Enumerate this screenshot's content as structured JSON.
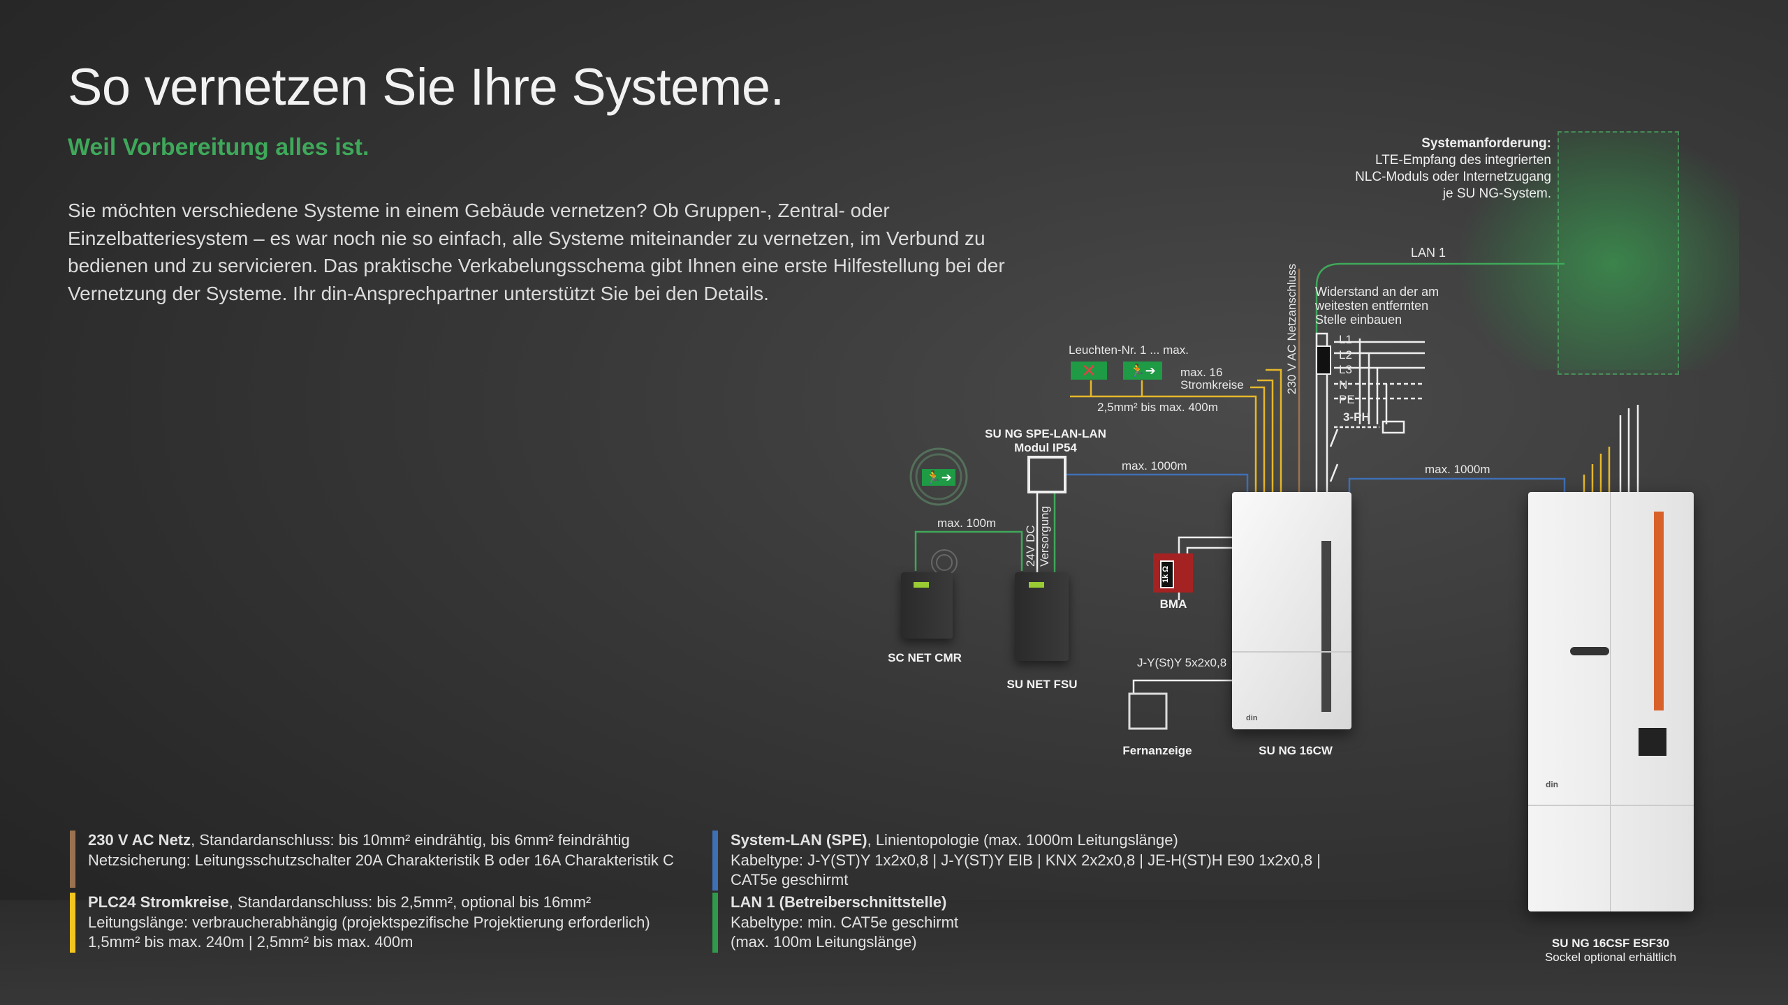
{
  "header": {
    "title": "So vernetzen Sie Ihre Systeme.",
    "subtitle": "Weil Vorbereitung alles ist.",
    "intro": "Sie möchten verschiedene Systeme in einem Gebäude vernetzen? Ob Gruppen-, Zentral- oder Einzelbatteriesys­tem – es war noch nie so einfach, alle Systeme miteinander zu vernetzen, im Verbund zu bedienen und zu servi­cieren. Das praktische Verkabelungsschema gibt Ihnen eine erste Hilfestellung bei der Vernetzung der Systeme. Ihr din-Ansprechpartner unterstützt Sie bei den Details."
  },
  "requirement": {
    "title": "Systemanforderung:",
    "lines": [
      "LTE-Empfang des integrierten",
      "NLC-Moduls oder Internetzugang",
      "je SU NG-System."
    ]
  },
  "diagram": {
    "lan1": "LAN 1",
    "netz": "230 V AC Netzanschluss",
    "resistor_note": [
      "Widerstand an der am",
      "weitesten entfernten",
      "Stelle einbauen"
    ],
    "phases": [
      "L1",
      "L2",
      "L3",
      "N",
      "PE"
    ],
    "three_ph": "3-PH",
    "resistor": "1k Ω",
    "leuchten": "Leuchten-Nr. 1 ... max.",
    "stromkreise": [
      "max. 16",
      "Stromkreise"
    ],
    "cable_plc": "2,5mm² bis max. 400m",
    "spe_module": [
      "SU NG SPE-LAN-LAN",
      "Modul IP54"
    ],
    "max1000_left": "max. 1000m",
    "max1000_right": "max. 1000m",
    "max100": "max. 100m",
    "dc": [
      "24V DC",
      "Versorgung"
    ],
    "bma": "BMA",
    "cable_fern": "J-Y(St)Y 5x2x0,8",
    "devices": {
      "cmr": "SC NET CMR",
      "fsu": "SU NET FSU",
      "fern": "Fernanzeige",
      "cw": "SU NG 16CW",
      "csf": "SU NG 16CSF ESF30",
      "csf_note": "Sockel optional erhältlich"
    },
    "brand": "din"
  },
  "legend": [
    {
      "color": "#9a7250",
      "title": "230 V AC Netz",
      "rest": ", Standardanschluss: bis 10mm² eindrähtig, bis 6mm² feindrähtig",
      "lines": [
        "Netzsicherung: Leitungsschutzschalter 20A Charakteristik B oder 16A Charakteristik C"
      ]
    },
    {
      "color": "#f2c61f",
      "title": "PLC24 Stromkreise",
      "rest": ", Standardanschluss: bis 2,5mm²,  optional bis 16mm²",
      "lines": [
        "Leitungslänge: verbraucherabhängig (projektspezifische Projektierung erforderlich)",
        "1,5mm² bis max. 240m | 2,5mm² bis max. 400m"
      ]
    },
    {
      "color": "#3f6fb5",
      "title": "System-LAN (SPE)",
      "rest": ", Linientopologie (max. 1000m Leitungslänge)",
      "lines": [
        "Kabeltype: J-Y(ST)Y 1x2x0,8 | J-Y(ST)Y EIB | KNX 2x2x0,8 | JE-H(ST)H E90 1x2x0,8 |",
        "CAT5e geschirmt"
      ]
    },
    {
      "color": "#2f9a4a",
      "title": "LAN 1 (Betreiberschnittstelle)",
      "rest": "",
      "lines": [
        "Kabeltype: min. CAT5e geschirmt",
        "(max. 100m Leitungslänge)"
      ]
    }
  ],
  "colors": {
    "accent": "#3fa85a",
    "orange": "#d8612a",
    "bma": "#a52222"
  }
}
